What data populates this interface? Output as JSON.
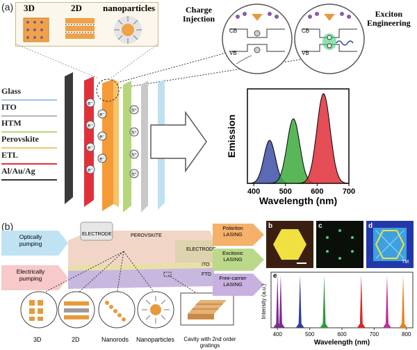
{
  "panel_a": {
    "label": "(a)",
    "top_titles": [
      "3D",
      "2D",
      "nanoparticles"
    ],
    "callouts": [
      "Charge\nInjection",
      "Exciton\nEngineering"
    ],
    "band_labels": {
      "cb": "CB",
      "vb": "VB"
    },
    "layers": [
      {
        "name": "Glass",
        "color": "#9dc3e6"
      },
      {
        "name": "ITO",
        "color": "#b4b4b4"
      },
      {
        "name": "HTM",
        "color": "#b5d77a"
      },
      {
        "name": "Perovskite",
        "color": "#f6c36a"
      },
      {
        "name": "ETL",
        "color": "#e0313b"
      },
      {
        "name": "Al/Au/Ag",
        "color": "#333333"
      }
    ],
    "carriers": {
      "electron": "e⁻",
      "hole": "h⁺"
    }
  },
  "chart_data": {
    "type": "area",
    "xlabel": "Wavelength (nm)",
    "ylabel": "Emission",
    "xlim": [
      380,
      700
    ],
    "xticks": [
      400,
      500,
      600,
      700
    ],
    "series": [
      {
        "color": "#3f4fa8",
        "peak": 450,
        "width": 18,
        "height": 0.48
      },
      {
        "color": "#3caa3c",
        "peak": 525,
        "width": 20,
        "height": 0.72
      },
      {
        "color": "#e02f3a",
        "peak": 620,
        "width": 21,
        "height": 1.0
      }
    ]
  },
  "panel_b": {
    "label": "(b)",
    "left_arrows": [
      "Optically\npumping",
      "Electrically\npumping"
    ],
    "device_labels": [
      "ELECTRODE",
      "PEROVSKITE",
      "ELECTRODE",
      "ITO",
      "FTO"
    ],
    "lasing_arrows": [
      "Polariton\nLASING",
      "Excitonic\nLASING",
      "Free-carrier\nLASING"
    ],
    "bottom_labels": [
      "3D",
      "2D",
      "Nanorods",
      "Nanoparticles",
      "Cavity with 2nd order gratings"
    ],
    "insets": [
      "b",
      "c",
      "d",
      "e"
    ],
    "inset_tm": "TM",
    "spectrum": {
      "ylabel": "Intensity (a.u.)",
      "xlabel": "Wavelength (nm)",
      "xticks": [
        "400",
        "500",
        "600",
        "700",
        "800"
      ],
      "xlim": [
        380,
        820
      ],
      "peaks": [
        {
          "x": 400,
          "color": "#7b2d8e"
        },
        {
          "x": 410,
          "color": "#7b2d8e"
        },
        {
          "x": 470,
          "color": "#2e3f9c"
        },
        {
          "x": 545,
          "color": "#2f9a3d"
        },
        {
          "x": 660,
          "color": "#d42a2a"
        },
        {
          "x": 740,
          "color": "#c02e9a"
        },
        {
          "x": 790,
          "color": "#e6811f"
        }
      ]
    }
  }
}
